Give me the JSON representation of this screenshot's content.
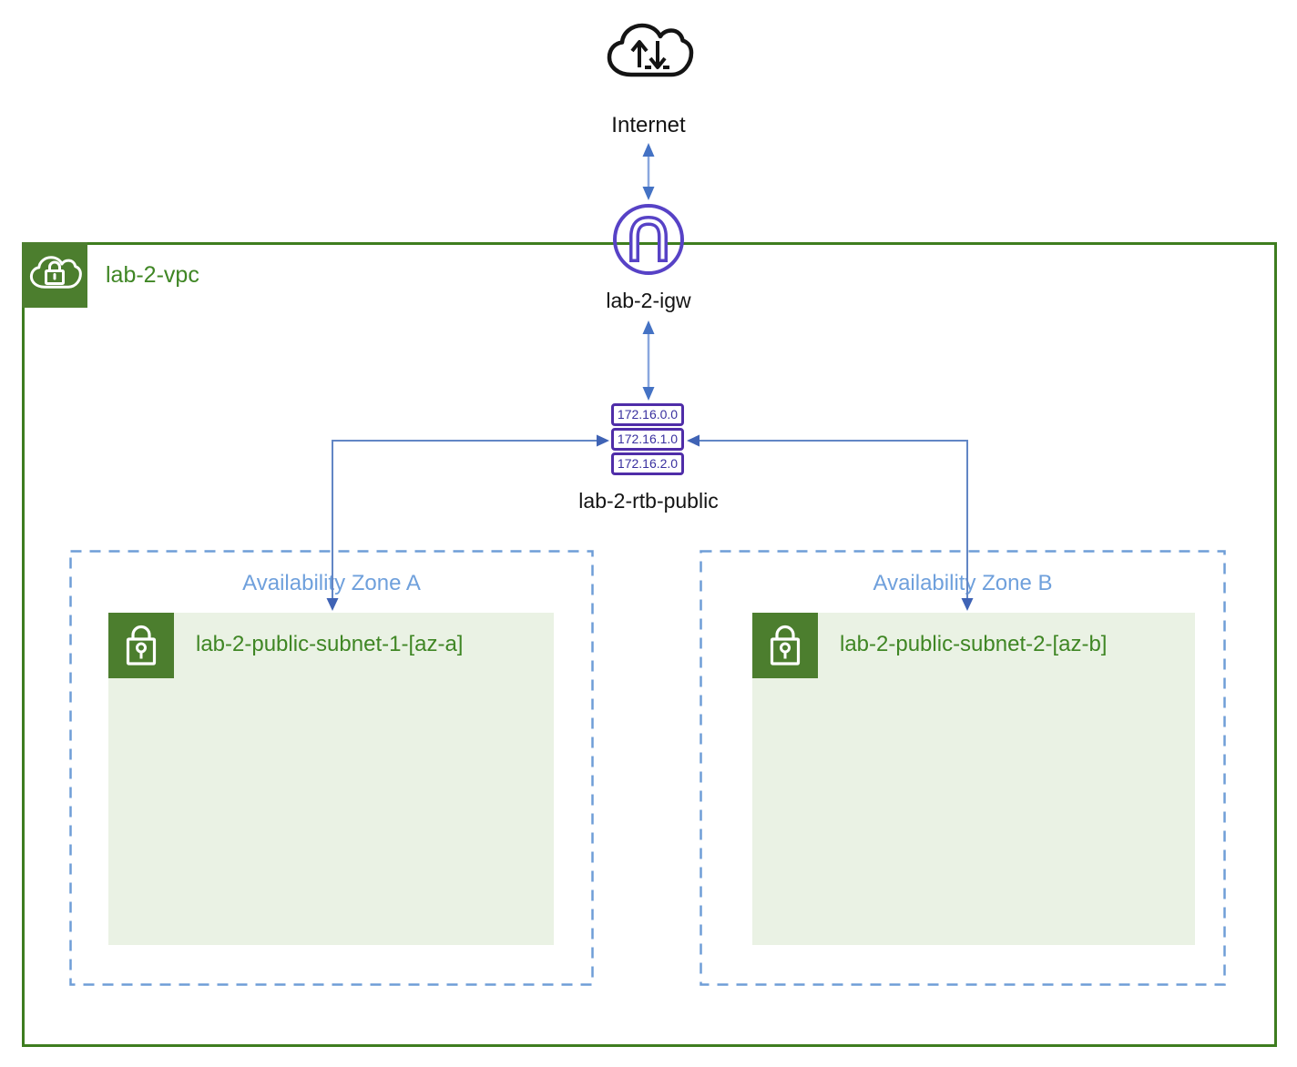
{
  "internet": {
    "label": "Internet"
  },
  "igw": {
    "label": "lab-2-igw"
  },
  "route_table": {
    "label": "lab-2-rtb-public",
    "routes": [
      "172.16.0.0",
      "172.16.1.0",
      "172.16.2.0"
    ]
  },
  "vpc": {
    "label": "lab-2-vpc"
  },
  "zones": [
    {
      "title": "Availability Zone A",
      "subnet_label": "lab-2-public-subnet-1-[az-a]"
    },
    {
      "title": "Availability Zone B",
      "subnet_label": "lab-2-public-subnet-2-[az-b]"
    }
  ],
  "icons": [
    "internet-cloud-icon",
    "internet-gateway-icon",
    "route-table-icon",
    "vpc-cloud-lock-icon",
    "subnet-lock-icon"
  ],
  "colors": {
    "vpc_border_green": "#3E7D1F",
    "icon_green": "#4C7E2E",
    "label_green": "#3F8624",
    "subnet_fill_green": "#EAF2E4",
    "igw_purple": "#5742C6",
    "route_border_purple": "#4F2DA8",
    "route_text_purple": "#39309F",
    "arrow_head_blue": "#4472C4",
    "arrow_stem_blue": "#8AA7DE",
    "connector_blue": "#6286C5",
    "az_dashed_blue": "#6F9DD7",
    "az_title_blue": "#6FA0DC",
    "cloud_icon_black": "#141414"
  }
}
